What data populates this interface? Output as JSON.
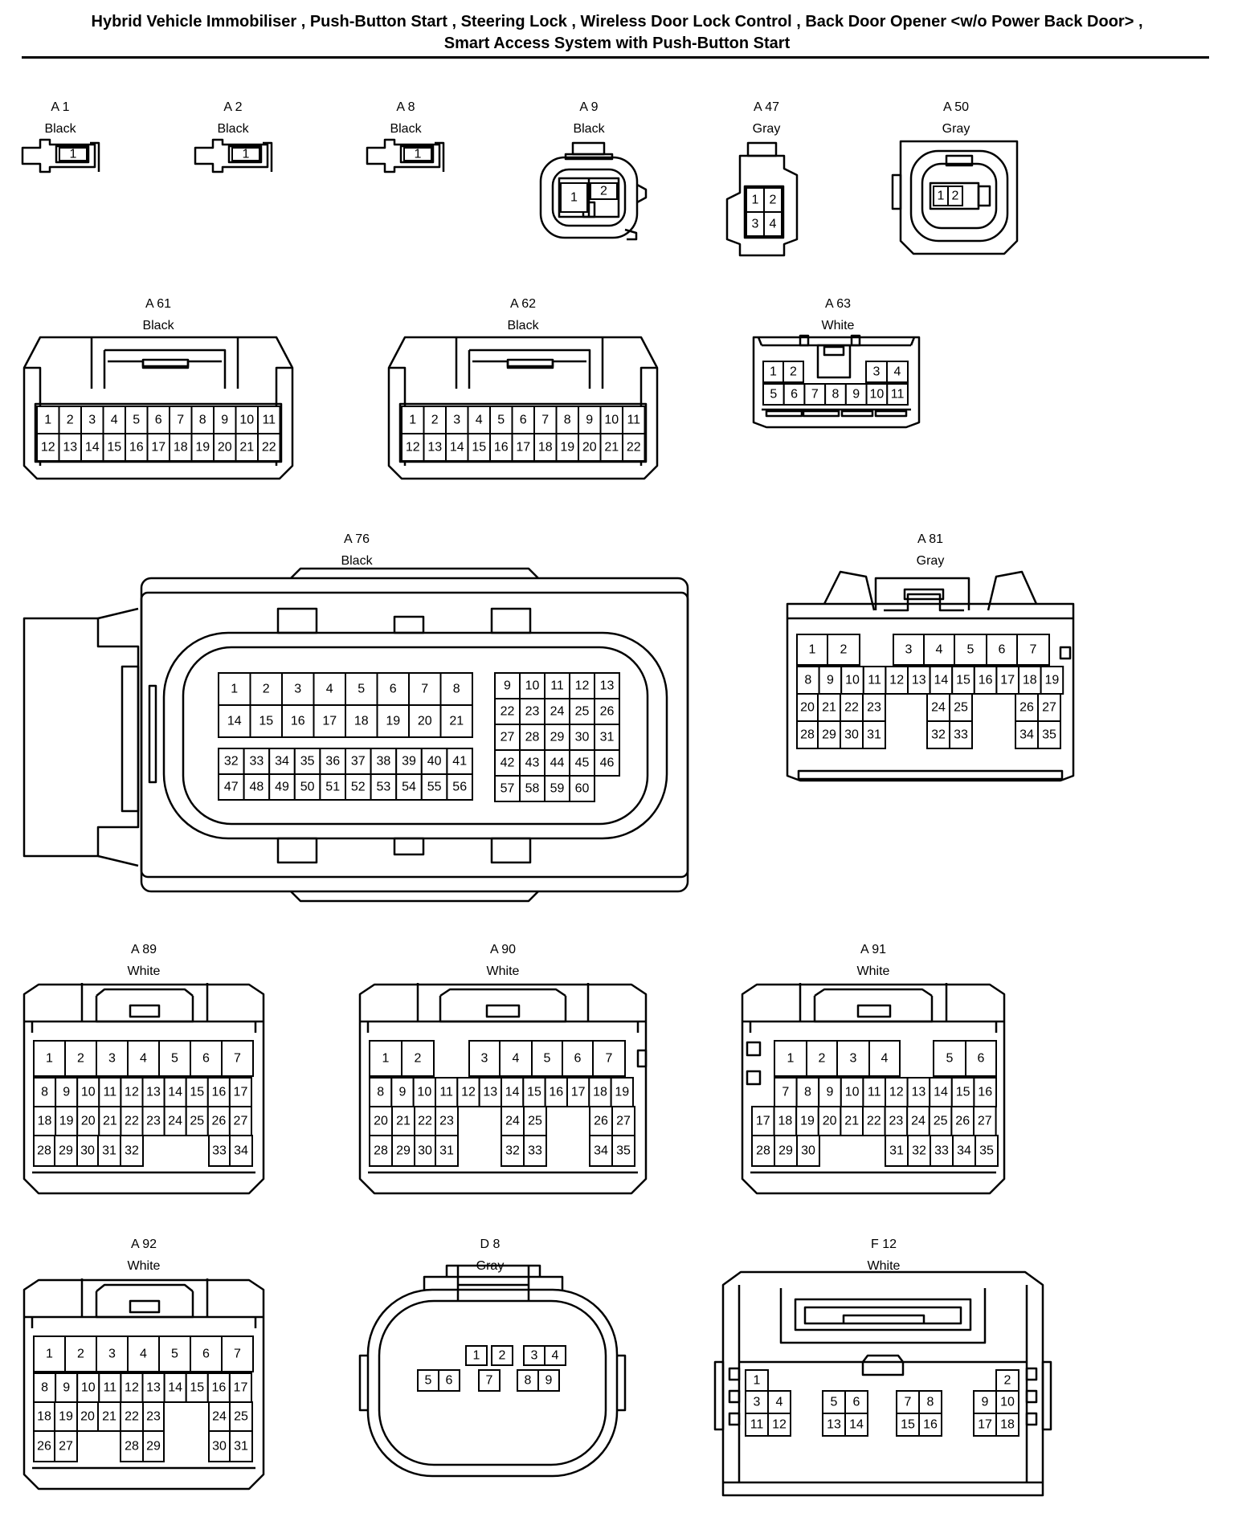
{
  "title": {
    "line1": "Hybrid Vehicle Immobiliser , Push-Button Start , Steering Lock , Wireless Door Lock Control , Back Door Opener <w/o Power Back Door> ,",
    "line2": "Smart Access System with Push-Button Start"
  },
  "connectors": [
    {
      "id": "A 1",
      "color": "Black"
    },
    {
      "id": "A 2",
      "color": "Black"
    },
    {
      "id": "A 8",
      "color": "Black"
    },
    {
      "id": "A 9",
      "color": "Black"
    },
    {
      "id": "A 47",
      "color": "Gray"
    },
    {
      "id": "A 50",
      "color": "Gray"
    },
    {
      "id": "A 61",
      "color": "Black"
    },
    {
      "id": "A 62",
      "color": "Black"
    },
    {
      "id": "A 63",
      "color": "White"
    },
    {
      "id": "A 76",
      "color": "Black"
    },
    {
      "id": "A 81",
      "color": "Gray"
    },
    {
      "id": "A 89",
      "color": "White"
    },
    {
      "id": "A 90",
      "color": "White"
    },
    {
      "id": "A 91",
      "color": "White"
    },
    {
      "id": "A 92",
      "color": "White"
    },
    {
      "id": "D 8",
      "color": "Gray"
    },
    {
      "id": "F 12",
      "color": "White"
    }
  ]
}
